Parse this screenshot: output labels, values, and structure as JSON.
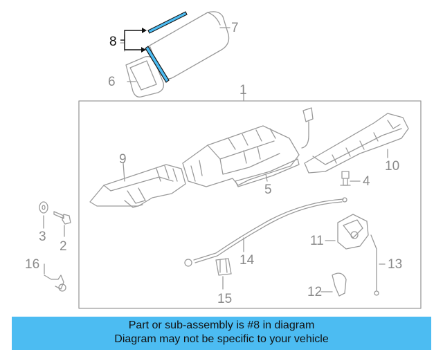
{
  "diagram": {
    "callouts": {
      "c1": "1",
      "c2": "2",
      "c3": "3",
      "c4": "4",
      "c5": "5",
      "c6": "6",
      "c7": "7",
      "c8": "8",
      "c9": "9",
      "c10": "10",
      "c11": "11",
      "c12": "12",
      "c13": "13",
      "c14": "14",
      "c15": "15",
      "c16": "16"
    },
    "highlight_part": "8",
    "colors": {
      "highlight": "#4cbcf2",
      "line_art": "#9a9a9a",
      "callout": "#8a8a8a"
    }
  },
  "notice": {
    "line1": "Part or sub-assembly is #8 in diagram",
    "line2": "Diagram may not be specific to your vehicle"
  }
}
